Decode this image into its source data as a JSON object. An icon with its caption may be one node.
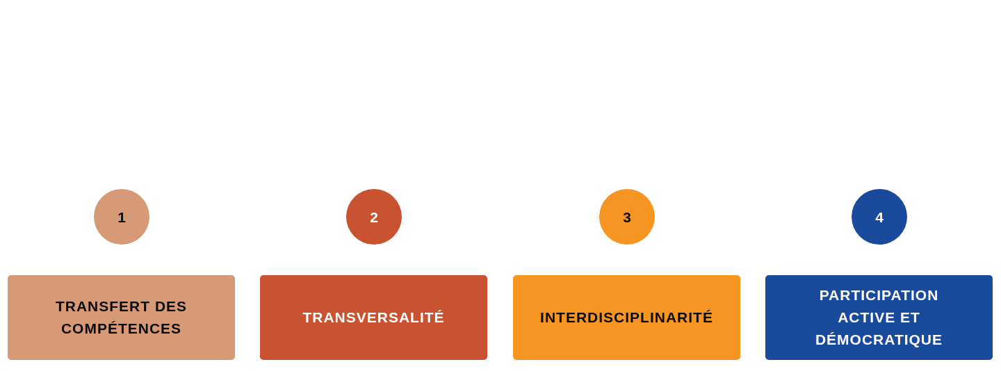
{
  "diagram": {
    "nodes": [
      {
        "text": [
          "1"
        ]
      },
      {
        "text": [
          "2"
        ]
      },
      {
        "text": [
          "3"
        ]
      },
      {
        "text": [
          "4"
        ]
      },
      {
        "text": [
          "TRANSFERT DES COMPÉTENCES"
        ]
      },
      {
        "text": [
          "TRANSVERSALITÉ"
        ]
      },
      {
        "text": [
          "INTERDISCIPLINARITÉ"
        ]
      },
      {
        "text": [
          "PARTICIPATION ACTIVE ET DÉMOCRATIQUE"
        ]
      }
    ]
  }
}
